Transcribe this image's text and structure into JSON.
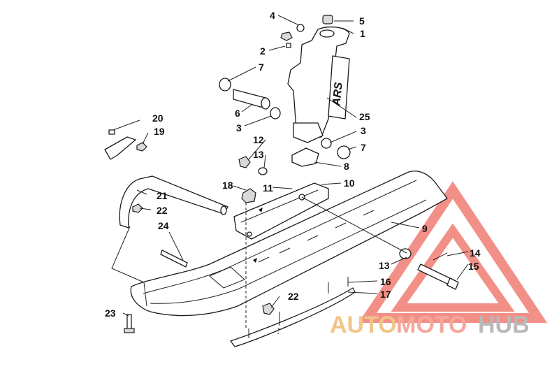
{
  "callouts": [
    {
      "id": "c1",
      "text": "1"
    },
    {
      "id": "c2",
      "text": "2"
    },
    {
      "id": "c3a",
      "text": "3"
    },
    {
      "id": "c3b",
      "text": "3"
    },
    {
      "id": "c4",
      "text": "4"
    },
    {
      "id": "c5",
      "text": "5"
    },
    {
      "id": "c6",
      "text": "6"
    },
    {
      "id": "c7a",
      "text": "7"
    },
    {
      "id": "c7b",
      "text": "7"
    },
    {
      "id": "c8",
      "text": "8"
    },
    {
      "id": "c9",
      "text": "9"
    },
    {
      "id": "c10",
      "text": "10"
    },
    {
      "id": "c11",
      "text": "11"
    },
    {
      "id": "c12",
      "text": "12"
    },
    {
      "id": "c13a",
      "text": "13"
    },
    {
      "id": "c13b",
      "text": "13"
    },
    {
      "id": "c14",
      "text": "14"
    },
    {
      "id": "c15",
      "text": "15"
    },
    {
      "id": "c16",
      "text": "16"
    },
    {
      "id": "c17",
      "text": "17"
    },
    {
      "id": "c18",
      "text": "18"
    },
    {
      "id": "c19",
      "text": "19"
    },
    {
      "id": "c20",
      "text": "20"
    },
    {
      "id": "c21",
      "text": "21"
    },
    {
      "id": "c22a",
      "text": "22"
    },
    {
      "id": "c22b",
      "text": "22"
    },
    {
      "id": "c23",
      "text": "23"
    },
    {
      "id": "c24",
      "text": "24"
    },
    {
      "id": "c25",
      "text": "25"
    }
  ],
  "spindle_decal": "ARS",
  "watermark": {
    "part1": "AUTO",
    "part2": "MOTO",
    "part3": "HUB",
    "color1": "#f2c487",
    "color2": "#f5a79b",
    "color3": "#b9b9b9",
    "logo_color": "#f07d74"
  }
}
